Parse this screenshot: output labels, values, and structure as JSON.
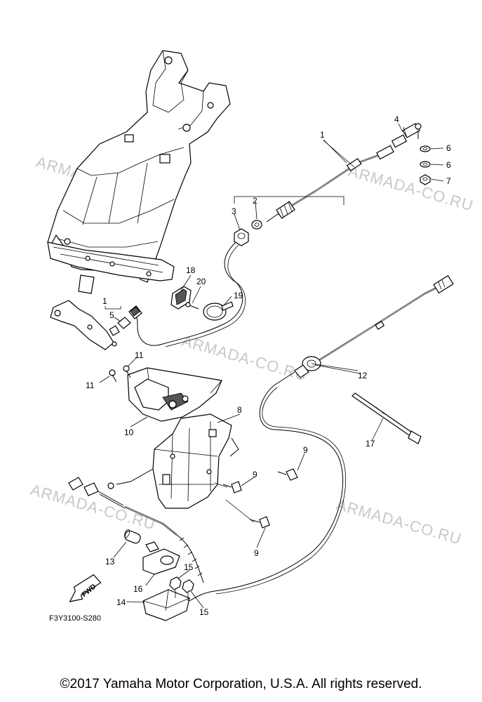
{
  "diagram": {
    "code": "F3Y3100-S280",
    "fwd_label": "FWD",
    "watermark": "ARMADA-CO.RU",
    "callouts": {
      "c1a": "1",
      "c2": "2",
      "c3": "3",
      "c4": "4",
      "c6a": "6",
      "c6b": "6",
      "c7": "7",
      "c18": "18",
      "c20": "20",
      "c19": "19",
      "c1b": "1",
      "c5": "5",
      "c11a": "11",
      "c11b": "11",
      "c12": "12",
      "c10": "10",
      "c8": "8",
      "c17": "17",
      "c9a": "9",
      "c9b": "9",
      "c9c": "9",
      "c13": "13",
      "c15a": "15",
      "c15b": "15",
      "c16": "16",
      "c14": "14"
    }
  },
  "footer": {
    "copyright": "©2017 Yamaha Motor Corporation, U.S.A. All rights reserved."
  }
}
